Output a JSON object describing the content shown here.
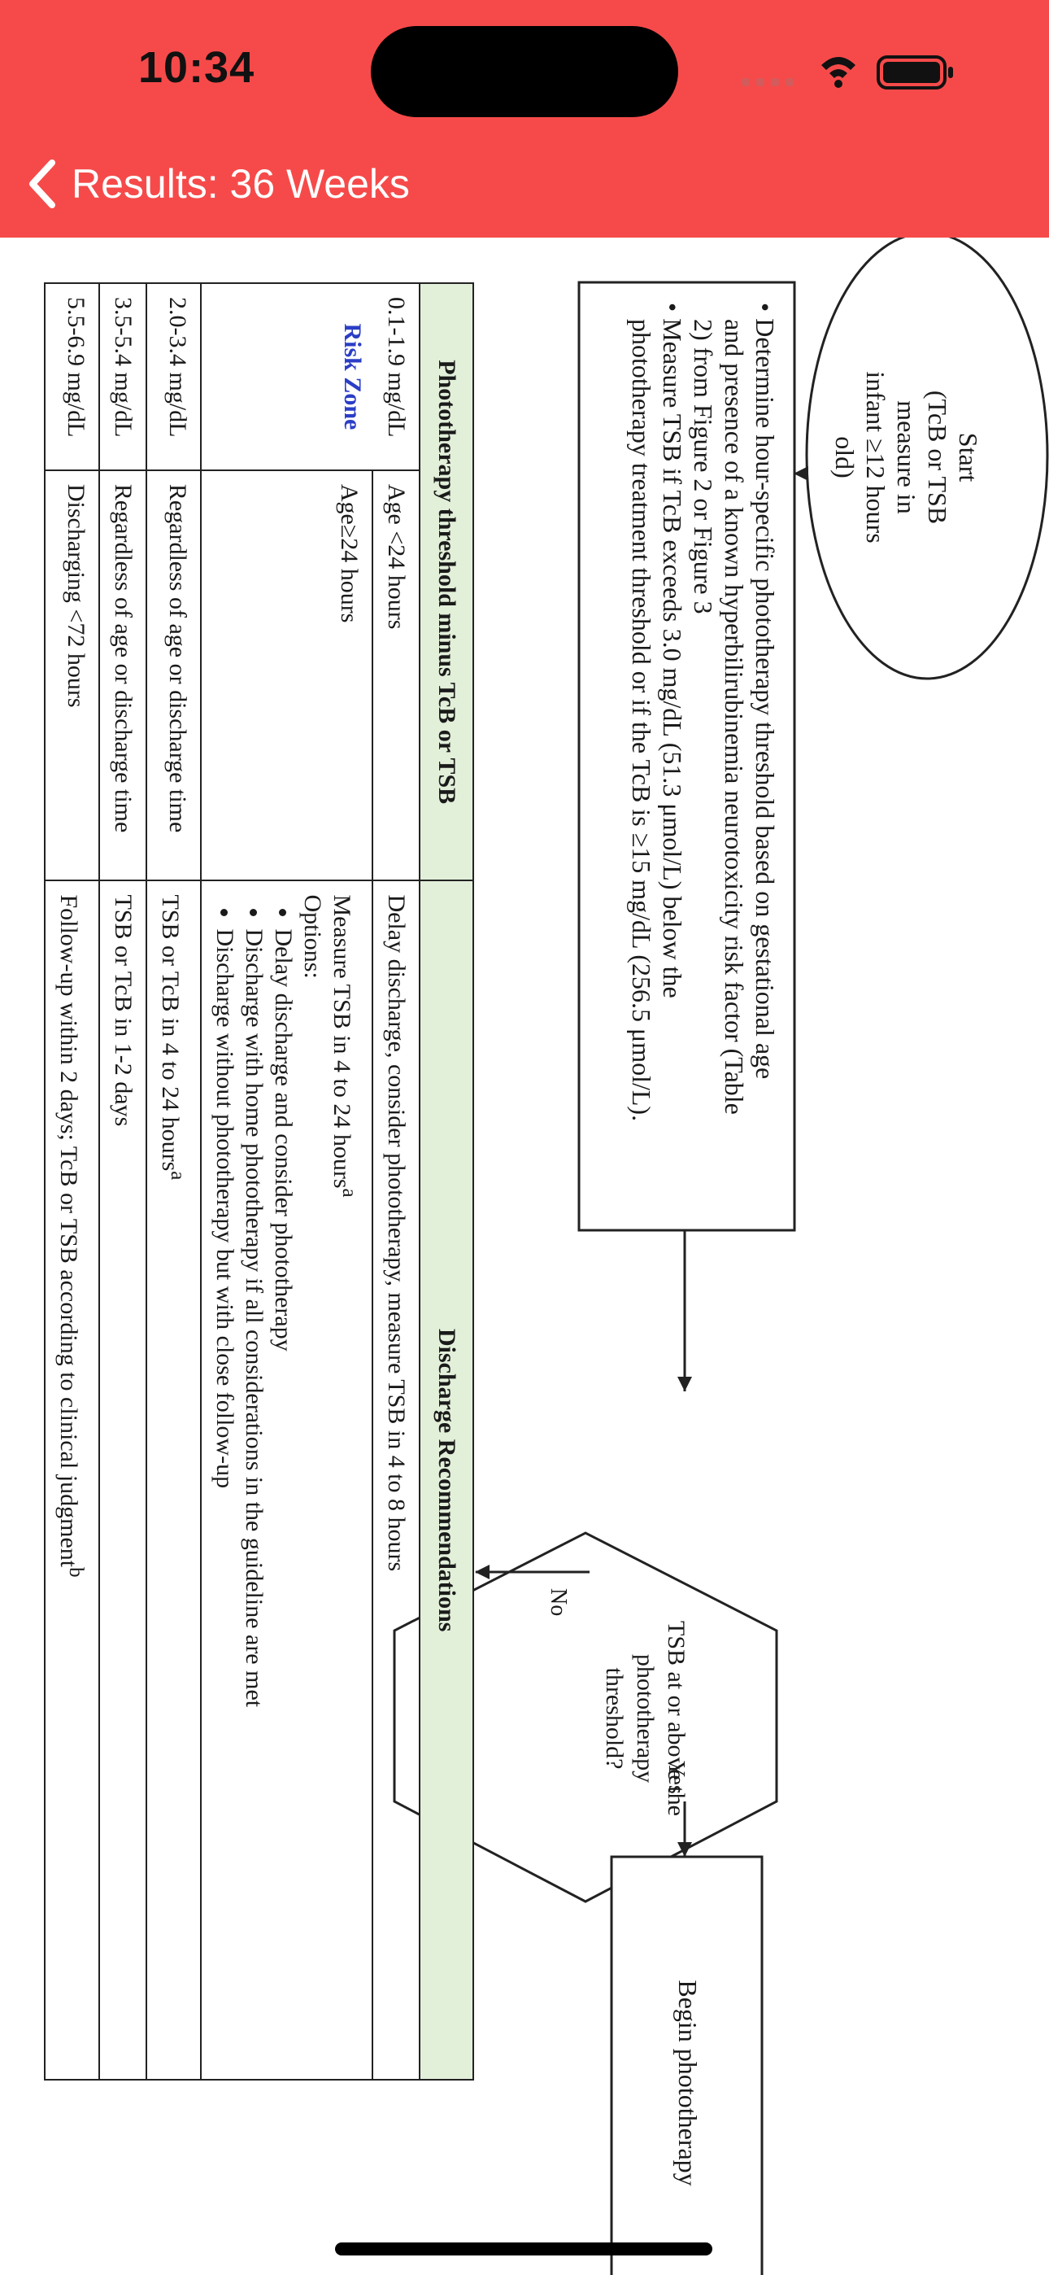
{
  "status_bar": {
    "time": "10:34"
  },
  "nav": {
    "back_label": "Results: 36 Weeks"
  },
  "flowchart": {
    "start": {
      "title": "Start",
      "line1": "(TcB or TSB measure in",
      "line2": "infant ≥12 hours old)"
    },
    "instructions": {
      "b1_l1": "Determine hour-specific phototherapy threshold based on gestational age",
      "b1_l2": "and presence of a known hyperbilirubinemia neurotoxicity risk factor (Table",
      "b1_l3": "2) from Figure 2 or Figure 3",
      "b2_l1": "Measure TSB if TcB exceeds 3.0 mg/dL (51.3 μmol/L) below the",
      "b2_l2": "phototherapy treatment threshold or if the TcB is ≥15 mg/dL (256.5 μmol/L)."
    },
    "decision": {
      "l1": "TSB at or above the",
      "l2": "phototherapy",
      "l3": "threshold?"
    },
    "no_label": "No",
    "yes_label": "Yes",
    "begin": "Begin phototherapy"
  },
  "table": {
    "col1_header": "Phototherapy threshold minus TcB or TSB",
    "col2_header": "Discharge Recommendations",
    "risk_zone_label": "Risk Zone",
    "rows": [
      {
        "zone": "0.1-1.9 mg/dL",
        "age1": "Age <24 hours",
        "rec1": "Delay discharge, consider phototherapy, measure TSB in 4 to 8 hours",
        "age2": "Age≥24 hours",
        "rec2_main": "Measure TSB in 4 to 24 hours",
        "rec2_sup": "a",
        "options_label": "Options:",
        "options": [
          "Delay discharge and consider phototherapy",
          "Discharge with home phototherapy if all considerations in the guideline are met",
          "Discharge without phototherapy but with close follow-up"
        ]
      },
      {
        "zone": "2.0-3.4 mg/dL",
        "age": "Regardless of age or discharge time",
        "rec": "TSB or TcB in 4 to 24 hours",
        "rec_sup": "a"
      },
      {
        "zone": "3.5-5.4 mg/dL",
        "age": "Regardless of age or discharge time",
        "rec": "TSB or TcB in 1-2 days"
      },
      {
        "zone": "5.5-6.9 mg/dL",
        "age": "Discharging <72 hours",
        "rec": "Follow-up within 2 days; TcB or TSB according to clinical judgment",
        "rec_sup": "b"
      }
    ]
  }
}
